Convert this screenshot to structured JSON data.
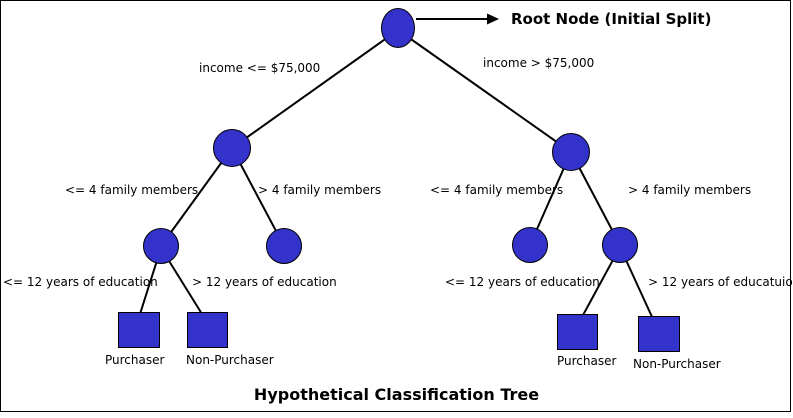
{
  "diagram": {
    "caption": "Hypothetical Classification Tree",
    "node_fill_color": "#3333CC",
    "line_color": "#000000",
    "root": {
      "annotation": "Root Node (Initial Split)"
    },
    "edge_labels": {
      "income_left": "income <= $75,000",
      "income_right": "income > $75,000",
      "family_left_left": "<= 4 family members",
      "family_left_right": "> 4 family members",
      "family_right_left": "<= 4 family members",
      "family_right_right": "> 4 family members",
      "edu_left_left": "<= 12 years of education",
      "edu_left_right": "> 12 years of education",
      "edu_right_left": "<= 12 years of education",
      "edu_right_right": "> 12 years of educatuion"
    },
    "leaf_labels": {
      "left_purchaser": "Purchaser",
      "left_non_purchaser": "Non-Purchaser",
      "right_purchaser": "Purchaser",
      "right_non_purchaser": "Non-Purchaser"
    },
    "tree": {
      "root": "Initial Split",
      "split_1": "income <= $75,000 vs income > $75,000",
      "split_2": "<= 4 family members vs > 4 family members",
      "split_3": "<= 12 years of education vs > 12 years of education",
      "outcomes": [
        "Purchaser",
        "Non-Purchaser"
      ]
    }
  }
}
